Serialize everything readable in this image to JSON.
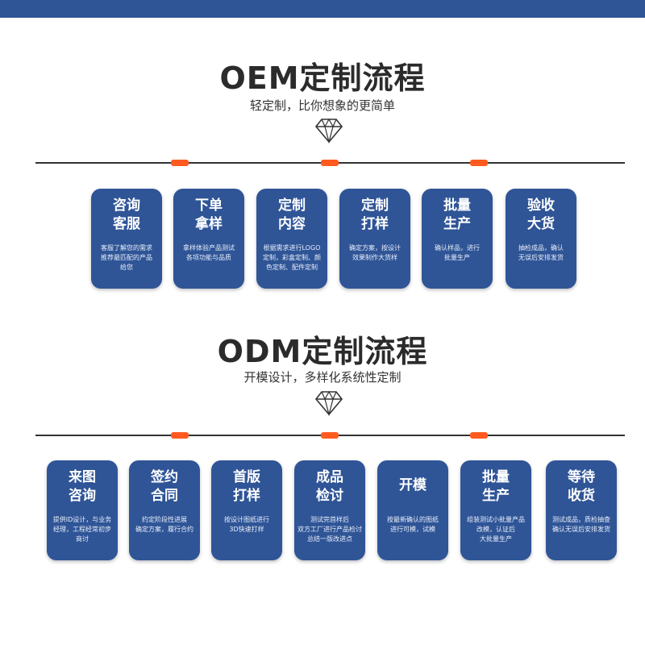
{
  "oem": {
    "title": "OEM定制流程",
    "subtitle": "轻定制，比你想象的更简单",
    "steps": [
      {
        "title": [
          "咨询",
          "客服"
        ],
        "desc": [
          "客服了解您的需求",
          "推荐最匹配的产品",
          "给您"
        ]
      },
      {
        "title": [
          "下单",
          "拿样"
        ],
        "desc": [
          "拿样体验产品测试",
          "各项功能与品质"
        ]
      },
      {
        "title": [
          "定制",
          "内容"
        ],
        "desc": [
          "根据需求进行LOGO",
          "定制，彩盒定制、颜",
          "色定制、配件定制"
        ]
      },
      {
        "title": [
          "定制",
          "打样"
        ],
        "desc": [
          "确定方案，按设计",
          "效果制作大货样"
        ]
      },
      {
        "title": [
          "批量",
          "生产"
        ],
        "desc": [
          "确认样品，进行",
          "批量生产"
        ]
      },
      {
        "title": [
          "验收",
          "大货"
        ],
        "desc": [
          "抽检成品，确认",
          "无误后安排发货"
        ]
      }
    ]
  },
  "odm": {
    "title": "ODM定制流程",
    "subtitle": "开模设计，多样化系统性定制",
    "steps": [
      {
        "title": [
          "来图",
          "咨询"
        ],
        "desc": [
          "提供ID设计，与业务",
          "经理，工程经常初步",
          "商讨"
        ]
      },
      {
        "title": [
          "签约",
          "合同"
        ],
        "desc": [
          "约定阶段性进展",
          "确定方案，履行合约"
        ]
      },
      {
        "title": [
          "首版",
          "打样"
        ],
        "desc": [
          "按设计图纸进行",
          "3D快速打样"
        ]
      },
      {
        "title": [
          "成品",
          "检讨"
        ],
        "desc": [
          "测试完首样后",
          "双方工厂进行产品检讨",
          "总结一版改进点"
        ]
      },
      {
        "title": [
          "开模"
        ],
        "desc": [
          "按最新确认的图纸",
          "进行可模，试模"
        ]
      },
      {
        "title": [
          "批量",
          "生产"
        ],
        "desc": [
          "组装测试小批量产品",
          "改模，认证后",
          "大批量生产"
        ]
      },
      {
        "title": [
          "等待",
          "收货"
        ],
        "desc": [
          "测试成品，质检抽查",
          "确认无误后安排发货"
        ]
      }
    ]
  },
  "colors": {
    "brand": "#2f5597",
    "accent": "#ff5a1f",
    "text": "#2b2b2b"
  },
  "icons": {
    "section_icon": "diamond-icon"
  }
}
